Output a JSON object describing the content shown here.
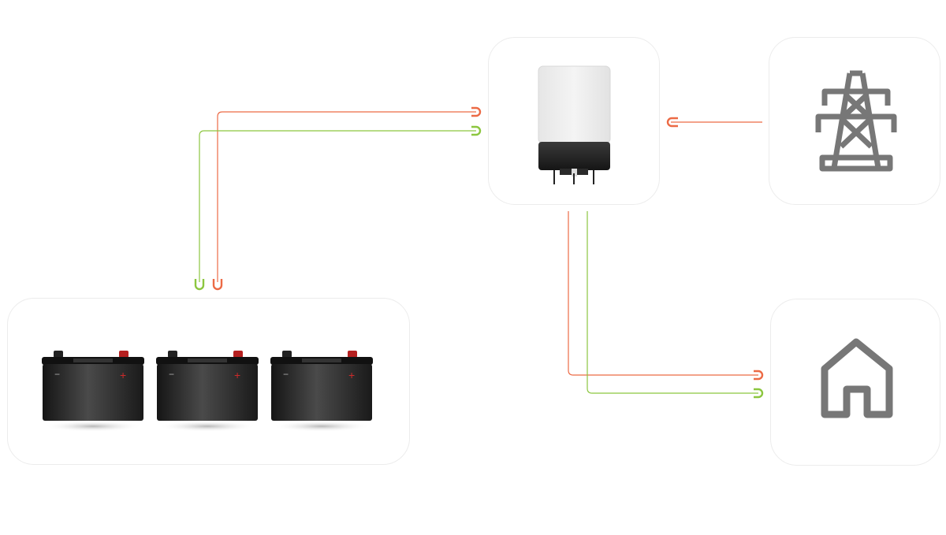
{
  "diagram": {
    "nodes": [
      {
        "id": "inverter",
        "icon": "inverter-icon"
      },
      {
        "id": "grid",
        "icon": "transmission-tower-icon"
      },
      {
        "id": "house",
        "icon": "house-icon"
      },
      {
        "id": "battery-bank",
        "icon": "battery-icon",
        "count": 3
      }
    ],
    "connections": [
      {
        "from": "battery-bank",
        "to": "inverter",
        "wires": [
          "positive",
          "negative"
        ]
      },
      {
        "from": "grid",
        "to": "inverter",
        "wires": [
          "positive"
        ]
      },
      {
        "from": "inverter",
        "to": "house",
        "wires": [
          "positive",
          "negative"
        ]
      }
    ],
    "battery_labels": {
      "minus": "−",
      "plus": "+"
    }
  },
  "colors": {
    "positive_wire": "#ec6a45",
    "negative_wire": "#8cc63f",
    "icon_gray": "#777777",
    "card_border": "#ececec",
    "battery_body": "#2a2a2a"
  }
}
